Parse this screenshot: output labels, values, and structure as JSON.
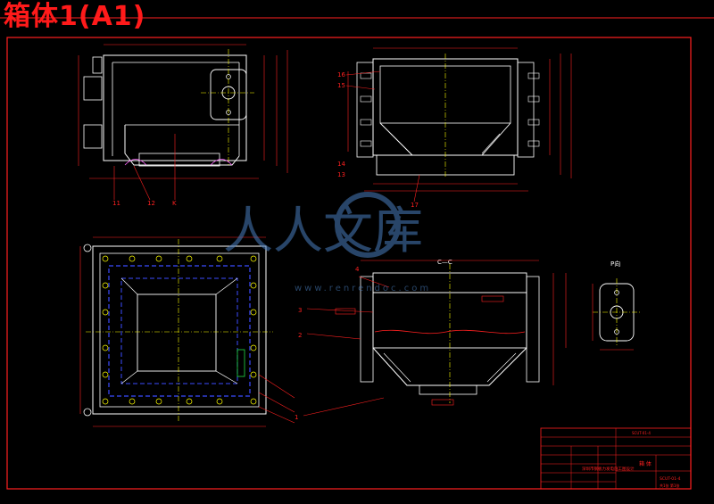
{
  "title": "箱体1(A1)",
  "section_label": "C—C",
  "view_labels": {
    "p_view": "P向"
  },
  "callouts": {
    "left_bottom": [
      "11",
      "12",
      "K"
    ],
    "top_right_left": [
      "16",
      "15",
      "14",
      "13"
    ],
    "top_right_bottom": [
      "17"
    ],
    "right_side": [
      "4"
    ],
    "bottom_middle": [
      "3",
      "2",
      "1"
    ]
  },
  "watermark": {
    "text": "人人文库",
    "url": "www.renrendoc.com"
  },
  "title_block": {
    "drawing_no": "SCUT-01-4",
    "part_name": "箱 体",
    "project": "深圳市钢板力发电施工图设计",
    "sheet": "共1张 第1张"
  },
  "colors": {
    "background": "#000000",
    "outline": "#ffffff",
    "dimension": "#ff2020",
    "centerline": "#ffff00",
    "hidden": "#3b4bff",
    "highlight": "#ff66ff",
    "green": "#22dd44"
  }
}
